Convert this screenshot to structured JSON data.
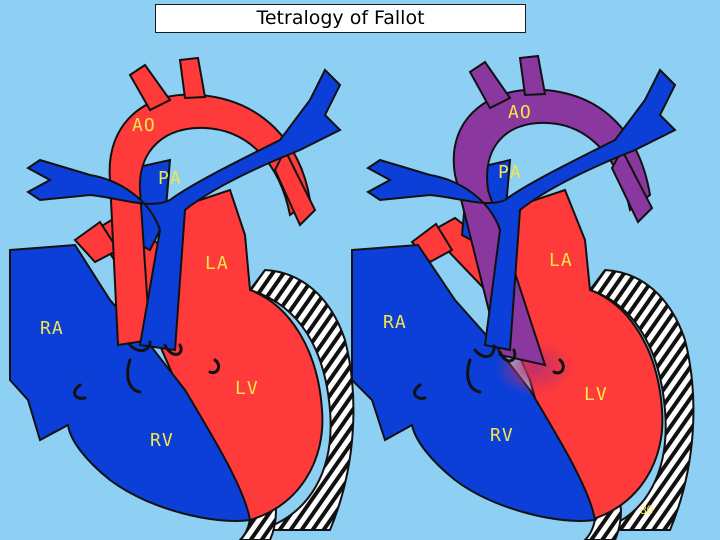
{
  "title": "Tetralogy of Fallot",
  "colors": {
    "background": "#8ed0f4",
    "oxygenated": "#ff3a3a",
    "deoxygenated": "#0b3fd8",
    "mixed": "#8a37a0",
    "label": "#f2e64a",
    "outline": "#111111"
  },
  "left_heart": {
    "labels": {
      "ao": "AO",
      "pa": "PA",
      "la": "LA",
      "ra": "RA",
      "lv": "LV",
      "rv": "RV"
    }
  },
  "right_heart": {
    "labels": {
      "ao": "AO",
      "pa": "PA",
      "la": "LA",
      "ra": "RA",
      "lv": "LV",
      "rv": "RV"
    }
  },
  "slide_number": "30"
}
